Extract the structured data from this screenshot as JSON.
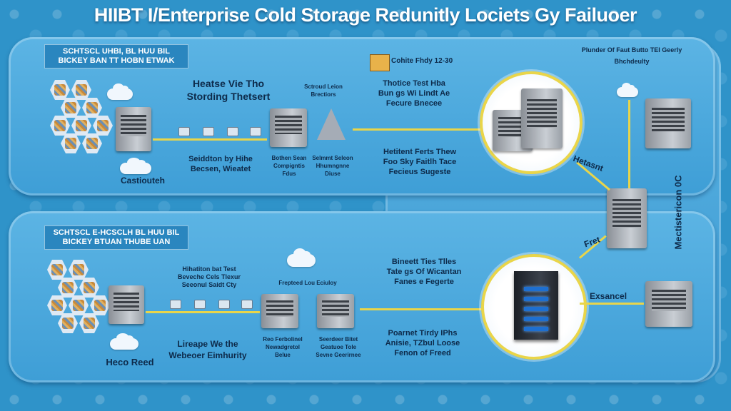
{
  "title": "HIIBT I/Enterprise Cold Storage Redunitly Lociets Gy Failuoer",
  "top": {
    "header_box": [
      "SCHTSCL UHBI, BL HUU BIL",
      "BICKEY BAN TT HOBN ETWAK"
    ],
    "heading": [
      "Heatse Vie Tho",
      "Stording Thetsert"
    ],
    "left_caption": "Castiouteh",
    "caption_a": [
      "Seiddton by Hihe",
      "Becsen, Wieatet"
    ],
    "caption_b": [
      "Bothen Sean",
      "Compigntis",
      "Fdus"
    ],
    "caption_c": [
      "Selmmt Seleon",
      "Hhumngnne",
      "Diuse"
    ],
    "small_label": [
      "Sctroud Leion",
      "Brectiors"
    ],
    "box_label": "Cohite Fhdy  12-30",
    "center_text_1": [
      "Thotice Test Hba",
      "Bun gs Wi Lindt Ae",
      "Fecure Bnecee"
    ],
    "center_text_2": [
      "Hetitent Ferts Thew",
      "Foo Sky Faitlh Tace",
      "Fecieus Sugeste"
    ]
  },
  "bottom": {
    "header_box": [
      "SCHTSCL E-HCSCLH BL HUU BIL",
      "BICKEY BTUAN THUBE UAN"
    ],
    "heading_small": [
      "Hihatiton bat Test",
      "Beveche Cels Tlexur",
      "Seeonul Saidt Cty"
    ],
    "label_mid": "Frepteed Lou Eciuloy",
    "caption_a": [
      "Lireape We the",
      "Webeoer Eimhurity"
    ],
    "left_caption": "Heco Reed",
    "caption_b": [
      "Reo Ferbolinel",
      "Newadgretol",
      "Belue"
    ],
    "caption_c": [
      "Seerdeer Bitet",
      "Geatuoe Tole",
      "Sevne Geerirnee"
    ],
    "center_text_1": [
      "Bineett Ties Tlles",
      "Tate gs Of Wicantan",
      "Fanes e Fegerte"
    ],
    "center_text_2": [
      "Poarnet Tirdy IPhs",
      "Anisie, TZbul Loose",
      "Fenon of Freed"
    ]
  },
  "right": {
    "top_text": [
      "Plunder Of Faut Butto TEI Geerly",
      "Bhchdeulty"
    ],
    "label_hetasnt": "Hetasnt",
    "label_fret": "Fret",
    "label_exsancel": "Exsancel",
    "vertical_label": "Mectistericon 0C"
  },
  "colors": {
    "background": "#2f93c9",
    "panel": "#4aa7dc",
    "accent_line": "#e9d54a",
    "title_text": "#ffffff",
    "body_text": "#0d2a4a"
  }
}
